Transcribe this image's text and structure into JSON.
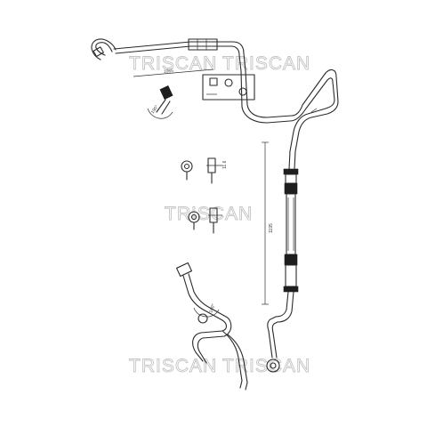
{
  "watermark": {
    "text": "TRISCAN"
  },
  "dimensions": {
    "top_pipe_length": "1065",
    "main_pipe_length": "1195",
    "detail_b_dim": "11.6"
  },
  "angles": {
    "upper_bend": "190°",
    "lower_bend": "160°"
  },
  "colors": {
    "line": "#2a2a2a",
    "watermark": "#c4c4c4"
  }
}
